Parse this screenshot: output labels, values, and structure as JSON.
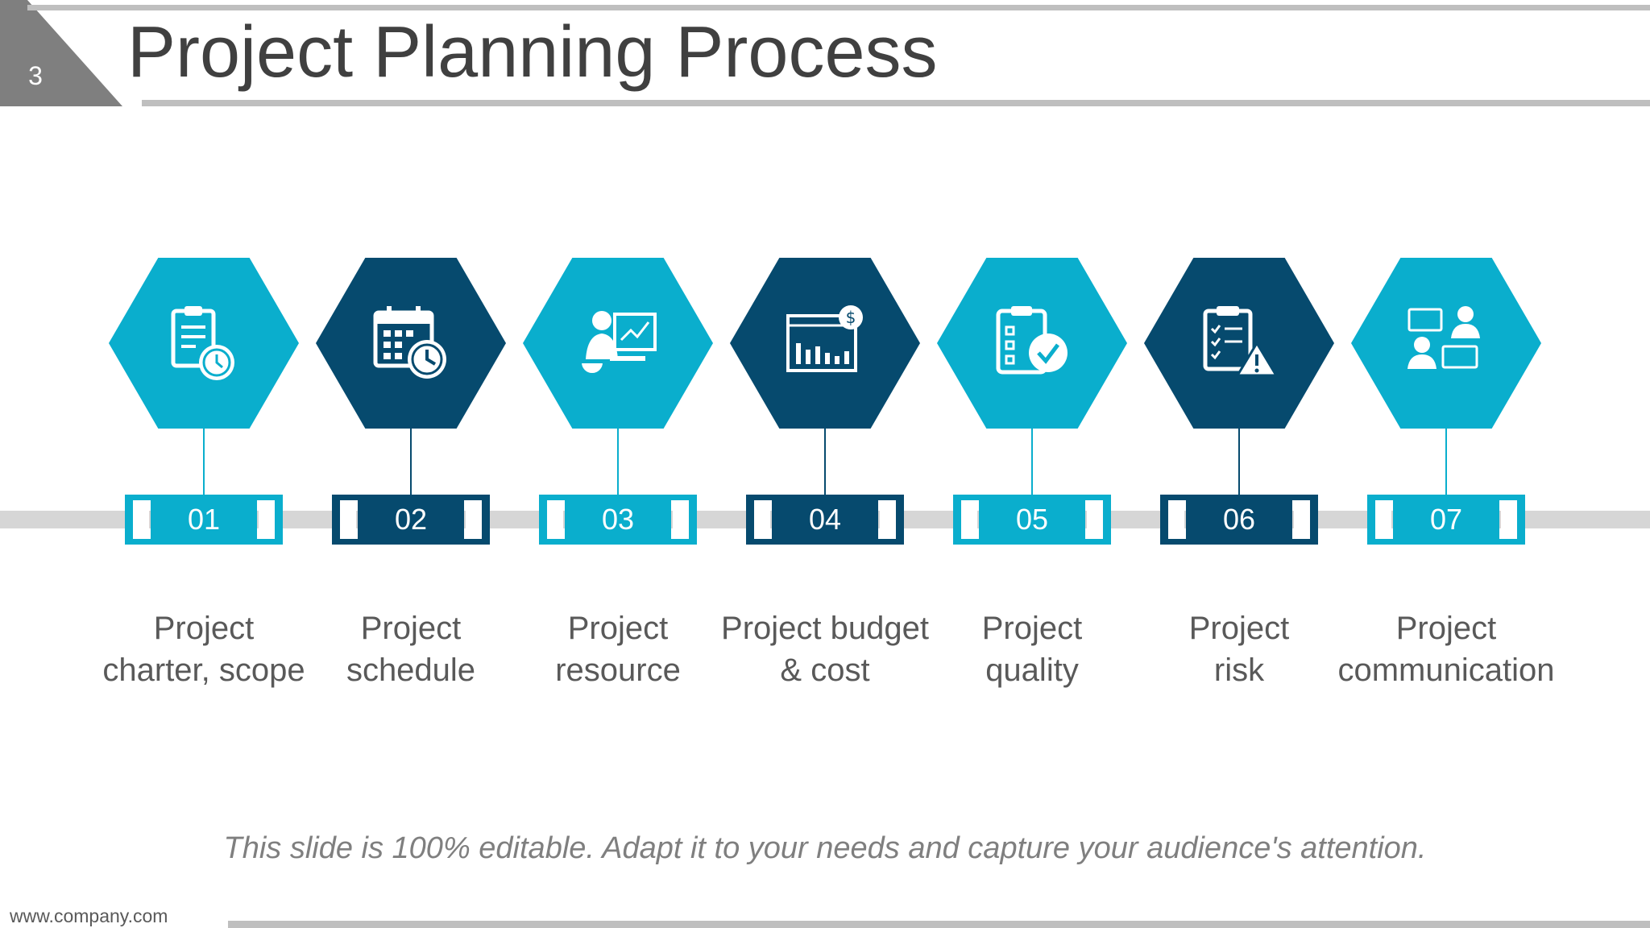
{
  "slide": {
    "page_number": "3",
    "title": "Project Planning Process",
    "footer_url": "www.company.com",
    "note": "This slide is 100% editable. Adapt it to your needs and capture your audience's attention."
  },
  "colors": {
    "light_blue": "#0aaecd",
    "dark_blue": "#064a6e",
    "track_gray": "#d6d6d6",
    "accent_gray": "#bfbfbf"
  },
  "steps": [
    {
      "number": "01",
      "line1": "Project",
      "line2": "charter, scope",
      "icon": "clipboard-clock-icon",
      "color": "#0aaecd"
    },
    {
      "number": "02",
      "line1": "Project",
      "line2": "schedule",
      "icon": "calendar-clock-icon",
      "color": "#064a6e"
    },
    {
      "number": "03",
      "line1": "Project",
      "line2": "resource",
      "icon": "presenter-chart-icon",
      "color": "#0aaecd"
    },
    {
      "number": "04",
      "line1": "Project budget",
      "line2": "& cost",
      "icon": "budget-chart-icon",
      "color": "#064a6e"
    },
    {
      "number": "05",
      "line1": "Project",
      "line2": "quality",
      "icon": "checklist-check-icon",
      "color": "#0aaecd"
    },
    {
      "number": "06",
      "line1": "Project",
      "line2": "risk",
      "icon": "checklist-warning-icon",
      "color": "#064a6e"
    },
    {
      "number": "07",
      "line1": "Project",
      "line2": "communication",
      "icon": "people-chat-icon",
      "color": "#0aaecd"
    }
  ]
}
